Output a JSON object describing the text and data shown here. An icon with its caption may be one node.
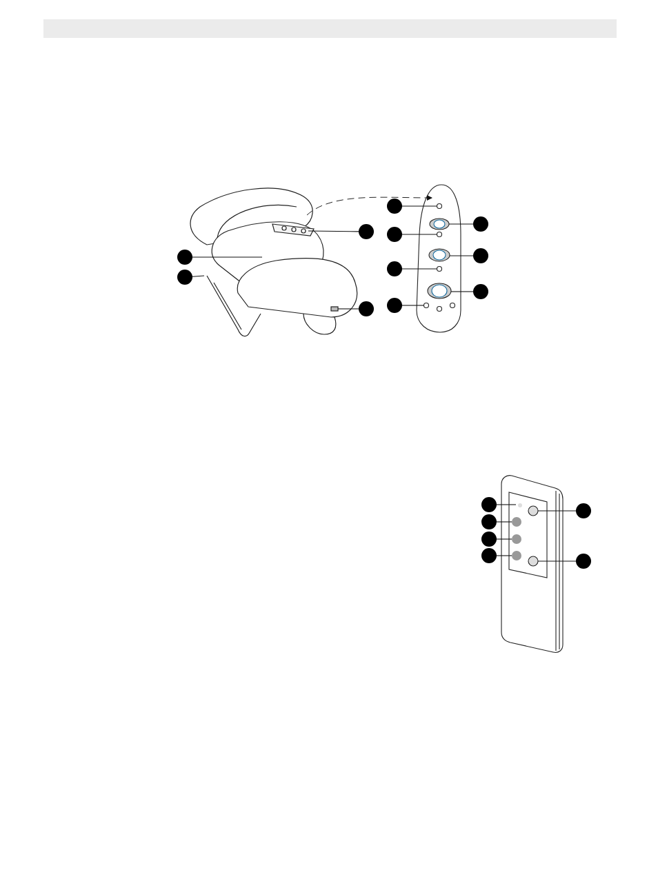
{
  "diagram": {
    "nodes": [
      {
        "text": [],
        "shape": "circle"
      },
      {
        "text": [],
        "shape": "circle"
      },
      {
        "text": [],
        "shape": "circle"
      },
      {
        "text": [],
        "shape": "circle"
      },
      {
        "text": [],
        "shape": "circle"
      },
      {
        "text": [],
        "shape": "circle"
      },
      {
        "text": [],
        "shape": "circle"
      },
      {
        "text": [],
        "shape": "circle"
      },
      {
        "text": [],
        "shape": "circle"
      },
      {
        "text": [],
        "shape": "circle"
      },
      {
        "text": [],
        "shape": "circle"
      },
      {
        "text": [],
        "shape": "circle"
      },
      {
        "text": [],
        "shape": "circle"
      },
      {
        "text": [],
        "shape": "circle"
      },
      {
        "text": [],
        "shape": "circle"
      },
      {
        "text": [],
        "shape": "circle"
      },
      {
        "text": [],
        "shape": "circle"
      },
      {
        "text": [],
        "shape": "picture"
      },
      {
        "text": [],
        "shape": "picture"
      }
    ],
    "edges": [
      {
        "from": 0,
        "to": 18,
        "arrow": "none"
      },
      {
        "from": 1,
        "to": 18,
        "arrow": "none"
      },
      {
        "from": 2,
        "to": 17,
        "arrow": "none"
      },
      {
        "from": 3,
        "to": 18,
        "arrow": "none"
      },
      {
        "from": 4,
        "to": 18,
        "arrow": "none"
      },
      {
        "from": 5,
        "to": 17,
        "arrow": "none"
      },
      {
        "from": 6,
        "to": 18,
        "arrow": "none"
      },
      {
        "from": 7,
        "to": 17,
        "arrow": "none"
      },
      {
        "from": 8,
        "to": 18,
        "arrow": "none"
      },
      {
        "from": 9,
        "to": 18,
        "arrow": "none"
      },
      {
        "from": 10,
        "to": 17,
        "arrow": "none"
      },
      {
        "from": 11,
        "to": null,
        "arrow": "none"
      },
      {
        "from": 12,
        "to": null,
        "arrow": "none"
      },
      {
        "from": 13,
        "to": null,
        "arrow": "none"
      },
      {
        "from": 14,
        "to": null,
        "arrow": "none"
      },
      {
        "from": 15,
        "to": null,
        "arrow": "none"
      },
      {
        "from": 16,
        "to": null,
        "arrow": "none"
      },
      {
        "from": 17,
        "to": 18,
        "arrow": "to",
        "style": "dashed"
      }
    ]
  }
}
